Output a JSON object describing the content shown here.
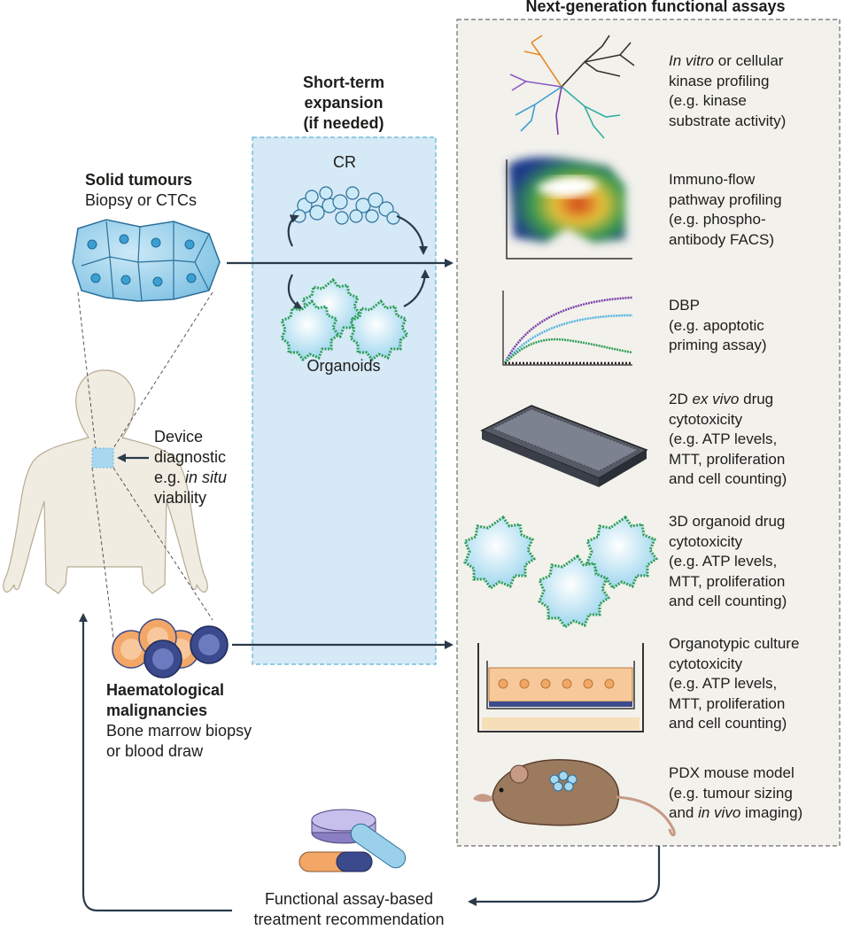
{
  "header": {
    "assays_title": "Next-generation functional assays",
    "expansion_title_l1": "Short-term",
    "expansion_title_l2": "expansion",
    "expansion_title_l3": "(if needed)"
  },
  "expansion": {
    "cr_label": "CR",
    "organoids_label": "Organoids"
  },
  "solid": {
    "title": "Solid tumours",
    "subtitle": "Biopsy or CTCs"
  },
  "device": {
    "line1": "Device",
    "line2": "diagnostic",
    "line3_prefix": "e.g. ",
    "line3_italic": "in situ",
    "line4": "viability"
  },
  "haem": {
    "title_l1": "Haematological",
    "title_l2": "malignancies",
    "sub_l1": "Bone marrow biopsy",
    "sub_l2": "or blood draw"
  },
  "recommendation": {
    "line1": "Functional assay-based",
    "line2": "treatment recommendation"
  },
  "assays": {
    "kinase": {
      "l1_italic": "In vitro",
      "l1_rest": " or cellular",
      "l2": "kinase profiling",
      "l3": "(e.g. kinase",
      "l4": "substrate activity)"
    },
    "flow": {
      "l1": "Immuno-flow",
      "l2": "pathway profiling",
      "l3": "(e.g. phospho-",
      "l4": "antibody FACS)"
    },
    "dbp": {
      "l1": "DBP",
      "l2": "(e.g. apoptotic",
      "l3": "priming assay)"
    },
    "drug2d": {
      "l1_prefix": "2D ",
      "l1_italic": "ex vivo",
      "l1_rest": " drug",
      "l2": "cytotoxicity",
      "l3": "(e.g. ATP levels,",
      "l4": "MTT, proliferation",
      "l5": "and cell counting)"
    },
    "organoid3d": {
      "l1": "3D organoid drug",
      "l2": "cytotoxicity",
      "l3": "(e.g. ATP levels,",
      "l4": "MTT, proliferation",
      "l5": "and cell counting)"
    },
    "organotypic": {
      "l1": "Organotypic culture",
      "l2": "cytotoxicity",
      "l3": "(e.g. ATP levels,",
      "l4": "MTT, proliferation",
      "l5": "and cell counting)"
    },
    "pdx": {
      "l1": "PDX mouse model",
      "l2": "(e.g. tumour sizing",
      "l3_prefix": "and ",
      "l3_italic": "in vivo",
      "l3_rest": " imaging)"
    }
  },
  "colors": {
    "arrow": "#2a3a4a",
    "expansion_bg": "#d6e9f6",
    "assay_bg": "#f3f1ec",
    "cell_blue": "#a8d8f0",
    "organoid_green": "#2f9e58",
    "body_fill": "#f1ece2",
    "orange_cell": "#f3a766",
    "navy_cell": "#3b4a8c"
  }
}
